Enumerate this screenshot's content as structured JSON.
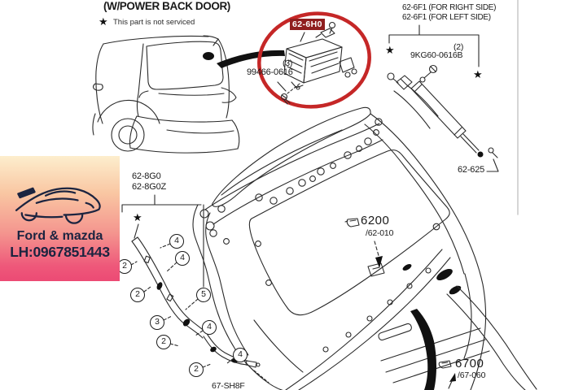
{
  "colors": {
    "line_art": "#2a2a2a",
    "highlight_bg": "#8f1e1e",
    "highlight_text": "#ffffff",
    "ellipse_red": "#c52727",
    "watermark_top": "#fdeecd",
    "watermark_bottom": "#ec4a74",
    "logo_navy": "#1c2440",
    "divider_gray": "#cbcbcb"
  },
  "icons": {
    "star": "★"
  },
  "header": {
    "title": "(W/POWER BACK DOOR)",
    "note": "This part is not serviced"
  },
  "latch_assembly": {
    "code": "62-6H0",
    "qty": "(3)",
    "part_no": "99466-0616"
  },
  "strut_assembly": {
    "label_right": "62-6F1 (FOR RIGHT SIDE)",
    "label_left": "62-6F1 (FOR LEFT SIDE)",
    "qty": "(2)",
    "part_no": "9KG60-0616B",
    "code": "62-625"
  },
  "seal_assembly": {
    "code_a": "62-8G0",
    "code_b": "62-8G0Z",
    "bottom_code": "67-SH8F",
    "callouts": [
      "4",
      "4",
      "2",
      "2",
      "5",
      "3",
      "4",
      "2",
      "4",
      "2"
    ]
  },
  "liftgate": {
    "code": "6200",
    "ref": "/62-010"
  },
  "trim": {
    "code": "6700",
    "ref": "/67-060"
  },
  "watermark": {
    "brand": "Ford & mazda",
    "phone": "LH:0967851443"
  }
}
